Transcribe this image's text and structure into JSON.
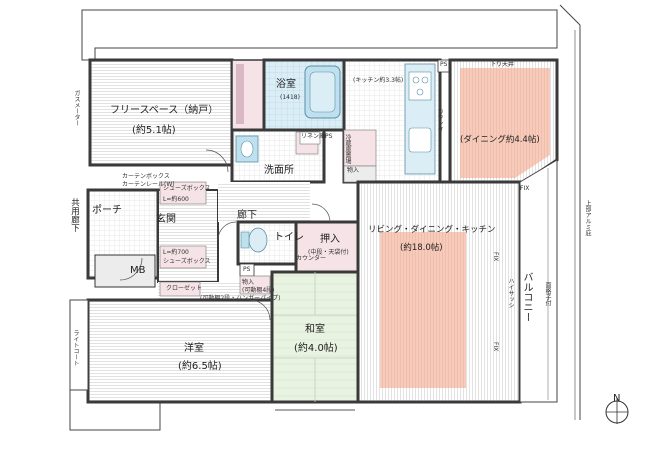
{
  "rooms": {
    "free_space": "フリースペース（納戸）",
    "free_space_area": "(約5.1帖)",
    "bathroom": "浴室",
    "bathroom_size": "(1418)",
    "washroom": "洗面所",
    "kitchen_size": "(キッチン約3.3帖)",
    "dining": "(ダイニング約4.4帖)",
    "entrance": "玄関",
    "porch": "ポーチ",
    "corridor": "廊下",
    "toilet": "トイレ",
    "oshiire": "押入",
    "oshiire_note": "(中段・天袋付)",
    "ldk": "リビング・ダイニング・キッチン",
    "ldk_area": "(約18.0帖)",
    "washitsu": "和室",
    "washitsu_area": "(約4.0帖)",
    "youshitsu": "洋室",
    "youshitsu_area": "(約6.5帖)",
    "balcony": "バルコニー",
    "mb": "MB"
  },
  "labels": {
    "kyoyo_roka": "共用廊下",
    "gas_meter": "ガスメーター",
    "shoes_box": "シューズボックス",
    "shoes_box_l600": "L=約600",
    "shoes_box_l700": "L=約700",
    "shoes_box_2": "シューズボックス",
    "closet": "クローゼット",
    "closet_note": "(可動棚2段・ハンガーパイプ)",
    "curtain_box": "カーテンボックス",
    "curtain_rail_w": "カーテンレール(W)",
    "curtain_rail": "カーテンレール",
    "sagari_tenjo": "下り天井",
    "refrigerator": "冷蔵庫置場",
    "storage": "物入",
    "storage_note": "(可動棚4段)",
    "counter": "カウンター",
    "ps": "PS",
    "linen": "リネン庫",
    "fix": "FIX",
    "high_sash": "ハイサッシ",
    "light_court": "ライトコート",
    "north": "N",
    "upper_alu": "上部アルミ庇",
    "gate": "面格子付"
  },
  "colors": {
    "floor_line": "#cfcfcf",
    "wall": "#3a3a3a",
    "bath_tile": "#dbeef6",
    "bath_blue": "#bfe0ee",
    "pink_area": "#f7cbbc",
    "light_pink": "#f5e3e7",
    "tatami": "#e9f3e2",
    "tatami_line": "#bcd3b1",
    "grey_block": "#ececec"
  }
}
